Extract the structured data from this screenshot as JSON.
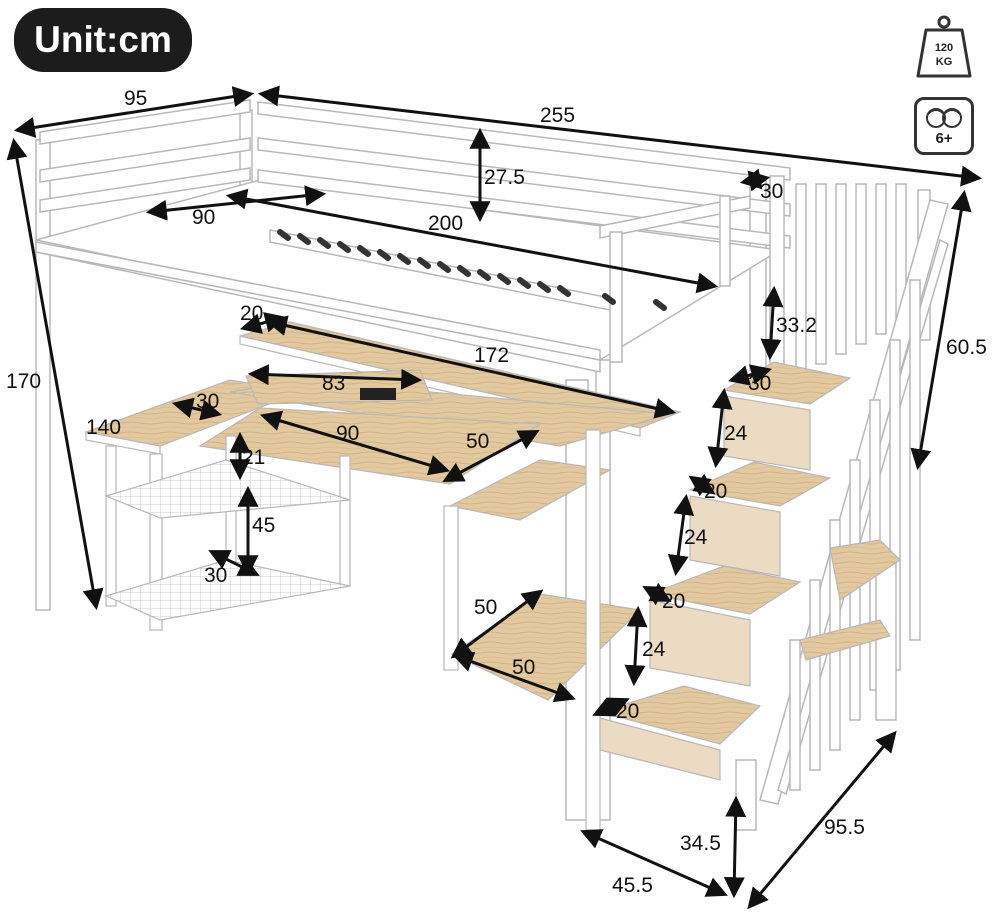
{
  "unit_label": "Unit:cm",
  "weight_badge": {
    "value": "120",
    "unit": "KG"
  },
  "age_badge": {
    "text": "6+"
  },
  "dimensions": {
    "bed_width": "95",
    "bed_length": "255",
    "guardrail_height": "27.5",
    "rail_gap": "30",
    "mattress_width": "90",
    "mattress_length": "200",
    "total_height": "170",
    "stair_upper_height": "60.5",
    "clearance_under_bed": "33.2",
    "shelf_depth_top": "20",
    "desk_length": "172",
    "stair_top_depth": "30",
    "keyboard_tray_width": "83",
    "l_desk_depth": "30",
    "l_desk_length": "140",
    "desk_top_width": "90",
    "desk_depth": "50",
    "shelf_gap": "21",
    "shelf_spacing": "45",
    "shelf_depth": "30",
    "step_rise_1": "24",
    "step_depth_1": "20",
    "step_rise_2": "24",
    "step_depth_2": "20",
    "step_rise_3": "24",
    "step_depth_3": "20",
    "cabinet_width": "50",
    "cabinet_depth": "50",
    "stair_base_height": "34.5",
    "stair_base_width": "45.5",
    "stair_length": "95.5"
  }
}
